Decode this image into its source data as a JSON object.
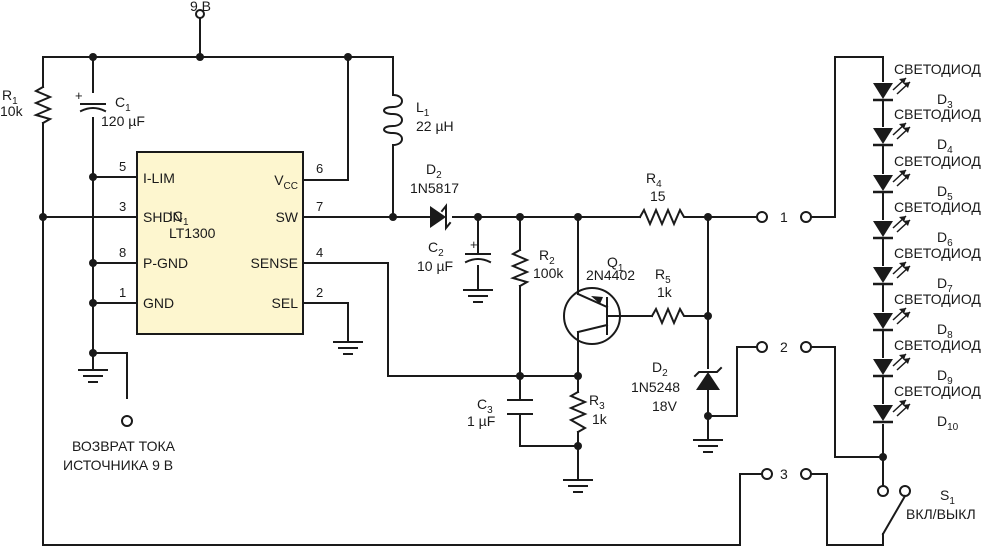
{
  "supply": {
    "label": "9 В"
  },
  "ic": {
    "name": "IC",
    "name_sub": "1",
    "part": "LT1300",
    "pins": [
      {
        "num": "5",
        "label": "I-LIM"
      },
      {
        "num": "3",
        "label": "SHDN"
      },
      {
        "num": "8",
        "label": "P-GND"
      },
      {
        "num": "1",
        "label": "GND"
      },
      {
        "num": "6",
        "label": "V",
        "sub": "CC"
      },
      {
        "num": "7",
        "label": "SW"
      },
      {
        "num": "4",
        "label": "SENSE"
      },
      {
        "num": "2",
        "label": "SEL"
      }
    ]
  },
  "parts": {
    "r1": {
      "name": "R",
      "sub": "1",
      "value": "10k"
    },
    "c1": {
      "name": "C",
      "sub": "1",
      "value": "120 µF"
    },
    "l1": {
      "name": "L",
      "sub": "1",
      "value": "22 µH"
    },
    "d2": {
      "name": "D",
      "sub": "2",
      "value": "1N5817"
    },
    "c2": {
      "name": "C",
      "sub": "2",
      "value": "10 µF"
    },
    "r2": {
      "name": "R",
      "sub": "2",
      "value": "100k"
    },
    "q1": {
      "name": "Q",
      "sub": "1",
      "value": "2N4402"
    },
    "r4": {
      "name": "R",
      "sub": "4",
      "value": "15"
    },
    "r5": {
      "name": "R",
      "sub": "5",
      "value": "1k"
    },
    "dz": {
      "name": "D",
      "sub": "2",
      "value": "1N5248",
      "value2": "18V"
    },
    "c3": {
      "name": "C",
      "sub": "3",
      "value": "1 µF"
    },
    "r3": {
      "name": "R",
      "sub": "3",
      "value": "1k"
    },
    "s1": {
      "name": "S",
      "sub": "1",
      "value": "ВКЛ/ВЫКЛ"
    }
  },
  "return_label": {
    "line1": "ВОЗВРАТ ТОКА",
    "line2": "ИСТОЧНИКА 9 В"
  },
  "switch_positions": [
    "1",
    "2",
    "3"
  ],
  "plus_sign": "+",
  "leds": {
    "label": "СВЕТОДИОД",
    "names": [
      {
        "name": "D",
        "sub": "3"
      },
      {
        "name": "D",
        "sub": "4"
      },
      {
        "name": "D",
        "sub": "5"
      },
      {
        "name": "D",
        "sub": "6"
      },
      {
        "name": "D",
        "sub": "7"
      },
      {
        "name": "D",
        "sub": "8"
      },
      {
        "name": "D",
        "sub": "9"
      },
      {
        "name": "D",
        "sub": "10"
      }
    ]
  }
}
